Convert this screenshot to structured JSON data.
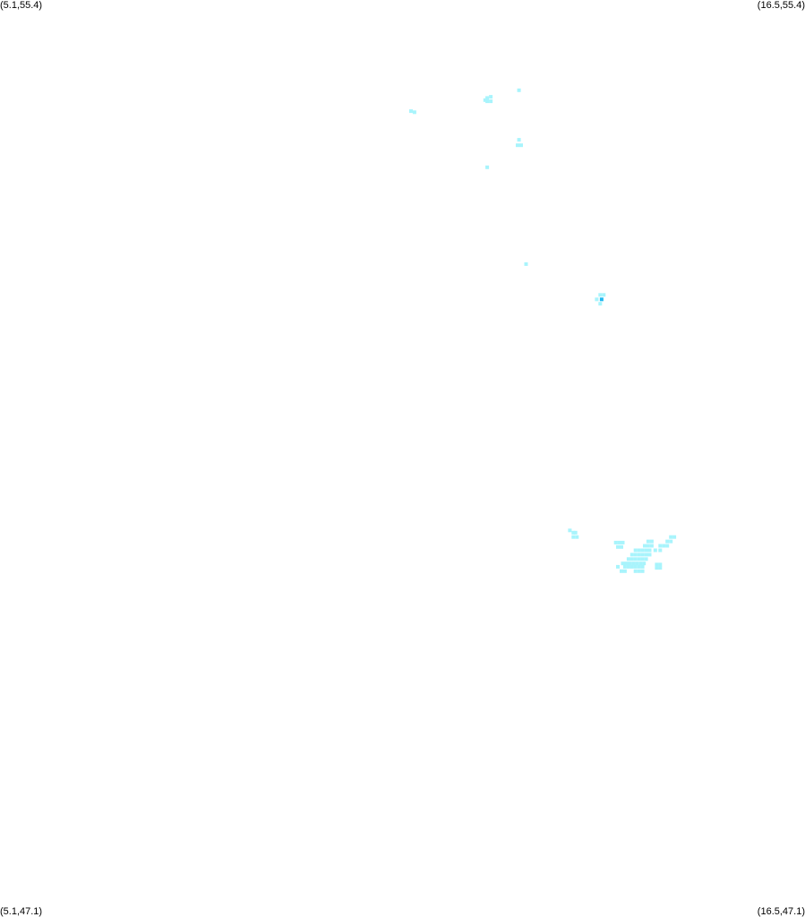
{
  "corners": {
    "top_left": "(5.1,55.4)",
    "top_right": "(16.5,55.4)",
    "bottom_left": "(5.1,47.1)",
    "bottom_right": "(16.5,47.1)"
  },
  "extent": {
    "lon_min": 5.1,
    "lon_max": 16.5,
    "lat_min": 47.1,
    "lat_max": 55.4
  },
  "colors": {
    "background": "#ffffff",
    "cell_light": "#a8f4fc",
    "cell_dark": "#22b8f0"
  },
  "cells": [
    [
      12.45,
      54.58,
      "l"
    ],
    [
      12.0,
      54.51,
      "l"
    ],
    [
      12.05,
      54.52,
      "l"
    ],
    [
      11.97,
      54.49,
      "l"
    ],
    [
      12.0,
      54.48,
      "l"
    ],
    [
      12.05,
      54.48,
      "l"
    ],
    [
      10.92,
      54.39,
      "l"
    ],
    [
      10.97,
      54.38,
      "l"
    ],
    [
      12.45,
      54.13,
      "l"
    ],
    [
      12.43,
      54.08,
      "l"
    ],
    [
      12.48,
      54.08,
      "l"
    ],
    [
      12.0,
      53.88,
      "l"
    ],
    [
      12.55,
      53.0,
      "l"
    ],
    [
      13.6,
      52.72,
      "l"
    ],
    [
      13.65,
      52.72,
      "l"
    ],
    [
      13.55,
      52.68,
      "l"
    ],
    [
      13.62,
      52.68,
      "d"
    ],
    [
      13.6,
      52.64,
      "l"
    ],
    [
      13.17,
      50.58,
      "l"
    ],
    [
      13.22,
      50.56,
      "l"
    ],
    [
      13.25,
      50.56,
      "l"
    ],
    [
      13.22,
      50.52,
      "l"
    ],
    [
      13.27,
      50.52,
      "l"
    ],
    [
      13.82,
      50.47,
      "l"
    ],
    [
      13.87,
      50.47,
      "l"
    ],
    [
      13.92,
      50.47,
      "l"
    ],
    [
      13.85,
      50.43,
      "l"
    ],
    [
      13.9,
      50.43,
      "l"
    ],
    [
      14.28,
      50.48,
      "l"
    ],
    [
      14.33,
      50.48,
      "l"
    ],
    [
      14.23,
      50.44,
      "l"
    ],
    [
      14.28,
      50.44,
      "l"
    ],
    [
      14.33,
      50.44,
      "l"
    ],
    [
      14.6,
      50.52,
      "l"
    ],
    [
      14.65,
      50.52,
      "l"
    ],
    [
      14.55,
      50.48,
      "l"
    ],
    [
      14.6,
      50.48,
      "l"
    ],
    [
      14.5,
      50.44,
      "l"
    ],
    [
      14.55,
      50.44,
      "l"
    ],
    [
      14.38,
      50.4,
      "l"
    ],
    [
      14.45,
      50.4,
      "l"
    ],
    [
      14.45,
      50.44,
      "l"
    ],
    [
      14.1,
      50.4,
      "l"
    ],
    [
      14.15,
      50.4,
      "l"
    ],
    [
      14.2,
      50.4,
      "l"
    ],
    [
      14.25,
      50.4,
      "l"
    ],
    [
      14.3,
      50.4,
      "l"
    ],
    [
      14.05,
      50.36,
      "l"
    ],
    [
      14.1,
      50.36,
      "l"
    ],
    [
      14.15,
      50.36,
      "l"
    ],
    [
      14.2,
      50.36,
      "l"
    ],
    [
      14.25,
      50.36,
      "l"
    ],
    [
      14.3,
      50.36,
      "l"
    ],
    [
      14.0,
      50.32,
      "l"
    ],
    [
      14.05,
      50.32,
      "l"
    ],
    [
      14.1,
      50.32,
      "l"
    ],
    [
      14.15,
      50.32,
      "l"
    ],
    [
      14.2,
      50.32,
      "l"
    ],
    [
      14.25,
      50.32,
      "l"
    ],
    [
      13.92,
      50.28,
      "l"
    ],
    [
      13.97,
      50.28,
      "l"
    ],
    [
      14.02,
      50.28,
      "l"
    ],
    [
      14.07,
      50.28,
      "l"
    ],
    [
      14.12,
      50.28,
      "l"
    ],
    [
      14.17,
      50.28,
      "l"
    ],
    [
      14.22,
      50.28,
      "l"
    ],
    [
      13.85,
      50.25,
      "l"
    ],
    [
      13.95,
      50.25,
      "l"
    ],
    [
      14.0,
      50.25,
      "l"
    ],
    [
      14.05,
      50.25,
      "l"
    ],
    [
      14.1,
      50.25,
      "l"
    ],
    [
      14.15,
      50.25,
      "l"
    ],
    [
      14.2,
      50.25,
      "l"
    ],
    [
      13.9,
      50.21,
      "l"
    ],
    [
      13.95,
      50.21,
      "l"
    ],
    [
      14.1,
      50.21,
      "l"
    ],
    [
      14.15,
      50.21,
      "l"
    ],
    [
      14.2,
      50.21,
      "l"
    ],
    [
      14.4,
      50.27,
      "l"
    ],
    [
      14.45,
      50.27,
      "l"
    ],
    [
      14.4,
      50.24,
      "l"
    ],
    [
      14.45,
      50.24,
      "l"
    ]
  ]
}
